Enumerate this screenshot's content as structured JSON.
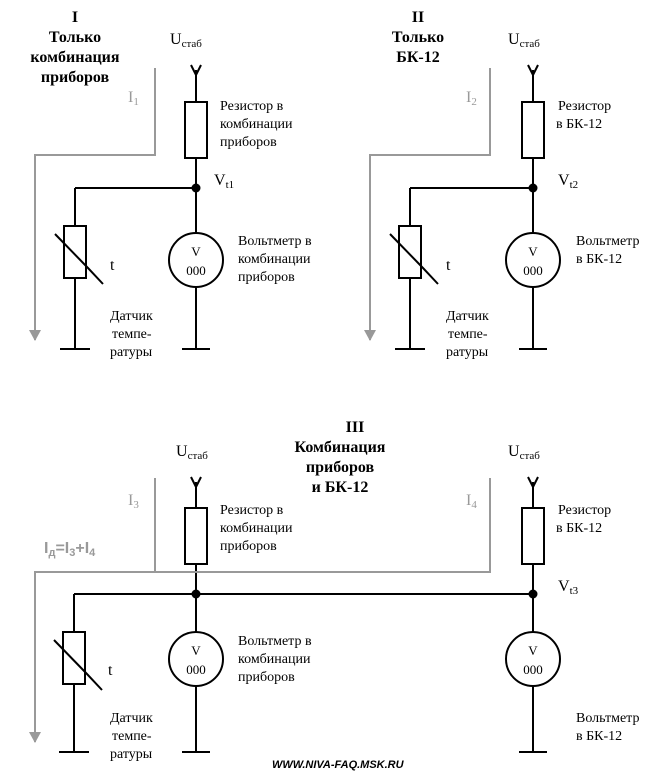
{
  "colors": {
    "wire": "#000000",
    "current": "#999999",
    "background": "#ffffff"
  },
  "section1": {
    "numeral": "I",
    "title": [
      "Только",
      "комбинация",
      "приборов"
    ],
    "u_label": "U",
    "u_sub": "стаб",
    "i_label": "I",
    "i_sub": "1",
    "resistor_label": [
      "Резистор в",
      "комбинации",
      "приборов"
    ],
    "v_node": "V",
    "v_node_sub": "t1",
    "voltmeter_symbol": "V",
    "voltmeter_reading": "000",
    "voltmeter_label": [
      "Вольтметр в",
      "комбинации",
      "приборов"
    ],
    "t_label": "t",
    "sensor_label": [
      "Датчик",
      "темпе-",
      "ратуры"
    ]
  },
  "section2": {
    "numeral": "II",
    "title": [
      "Только",
      "БК-12"
    ],
    "u_label": "U",
    "u_sub": "стаб",
    "i_label": "I",
    "i_sub": "2",
    "resistor_label": [
      "Резистор",
      "в БК-12"
    ],
    "v_node": "V",
    "v_node_sub": "t2",
    "voltmeter_symbol": "V",
    "voltmeter_reading": "000",
    "voltmeter_label": [
      "Вольтметр",
      "в БК-12"
    ],
    "t_label": "t",
    "sensor_label": [
      "Датчик",
      "темпе-",
      "ратуры"
    ]
  },
  "section3": {
    "numeral": "III",
    "title": [
      "Комбинация",
      "приборов",
      "и БК-12"
    ],
    "left_u_label": "U",
    "left_u_sub": "стаб",
    "right_u_label": "U",
    "right_u_sub": "стаб",
    "i3_label": "I",
    "i3_sub": "3",
    "i4_label": "I",
    "i4_sub": "4",
    "id_eq": {
      "i": "I",
      "d": "д",
      "eq": "=I",
      "s3": "3",
      "plus": "+I",
      "s4": "4"
    },
    "left_resistor_label": [
      "Резистор в",
      "комбинации",
      "приборов"
    ],
    "right_resistor_label": [
      "Резистор",
      "в БК-12"
    ],
    "v_node": "V",
    "v_node_sub": "t3",
    "left_voltmeter_symbol": "V",
    "left_voltmeter_reading": "000",
    "left_voltmeter_label": [
      "Вольтметр в",
      "комбинации",
      "приборов"
    ],
    "right_voltmeter_symbol": "V",
    "right_voltmeter_reading": "000",
    "right_voltmeter_label": [
      "Вольтметр",
      "в БК-12"
    ],
    "t_label": "t",
    "sensor_label": [
      "Датчик",
      "темпе-",
      "ратуры"
    ]
  },
  "footer": {
    "url": "WWW.NIVA-FAQ.MSK.RU"
  }
}
